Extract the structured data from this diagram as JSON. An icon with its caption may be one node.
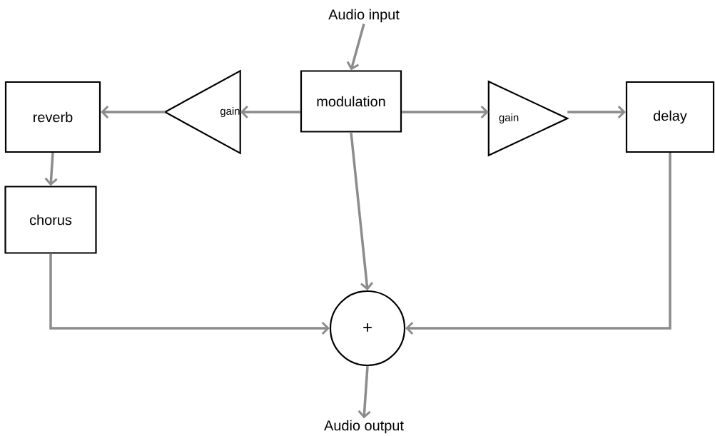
{
  "diagram": {
    "nodes": [
      {
        "text": [
          "Audio input"
        ]
      },
      {
        "text": [
          "modulation"
        ]
      },
      {
        "text": [
          "gain"
        ]
      },
      {
        "text": [
          "gain"
        ]
      },
      {
        "text": [
          "reverb"
        ]
      },
      {
        "text": [
          "delay"
        ]
      },
      {
        "text": [
          "chorus"
        ]
      },
      {
        "text": [
          "+"
        ]
      },
      {
        "text": [
          "Audio output"
        ]
      }
    ],
    "edges": [
      {
        "from": 0,
        "to": 1,
        "arrow": "to"
      },
      {
        "from": 1,
        "to": 2,
        "arrow": "to"
      },
      {
        "from": 2,
        "to": 4,
        "arrow": "to"
      },
      {
        "from": 1,
        "to": 3,
        "arrow": "to"
      },
      {
        "from": 3,
        "to": 5,
        "arrow": "to"
      },
      {
        "from": 4,
        "to": 6,
        "arrow": "to"
      },
      {
        "from": 6,
        "to": 7,
        "arrow": "to"
      },
      {
        "from": 1,
        "to": 7,
        "arrow": "to"
      },
      {
        "from": 5,
        "to": 7,
        "arrow": "to"
      },
      {
        "from": 7,
        "to": 8,
        "arrow": "to"
      }
    ]
  }
}
